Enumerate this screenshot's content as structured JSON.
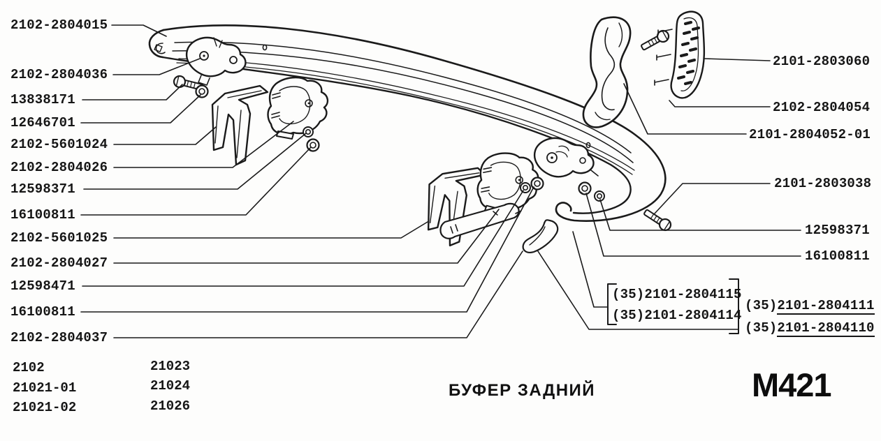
{
  "drawing_title": "БУФЕР ЗАДНИЙ",
  "sheet_code": "M421",
  "callouts_left": [
    "2102-2804015",
    "2102-2804036",
    "13838171",
    "12646701",
    "2102-5601024",
    "2102-2804026",
    "12598371",
    "16100811",
    "2102-5601025",
    "2102-2804027",
    "12598471",
    "16100811",
    "2102-2804037"
  ],
  "callouts_right": [
    "2101-2803060",
    "2102-2804054",
    "2101-2804052-01",
    "2101-2803038",
    "12598371",
    "16100811"
  ],
  "variant_group": {
    "bracketed": [
      "(35)2101-2804115",
      "(35)2101-2804114"
    ],
    "alternatives": [
      {
        "prefix": "(35)",
        "number": "2101-2804111"
      },
      {
        "prefix": "(35)",
        "number": "2101-2804110"
      }
    ]
  },
  "model_codes": {
    "column1": [
      "2102",
      "21021-01",
      "21021-02"
    ],
    "column2": [
      "21023",
      "21024",
      "21026"
    ]
  },
  "colors": {
    "ink": "#1a1a1a",
    "paper": "#fdfdfc"
  }
}
